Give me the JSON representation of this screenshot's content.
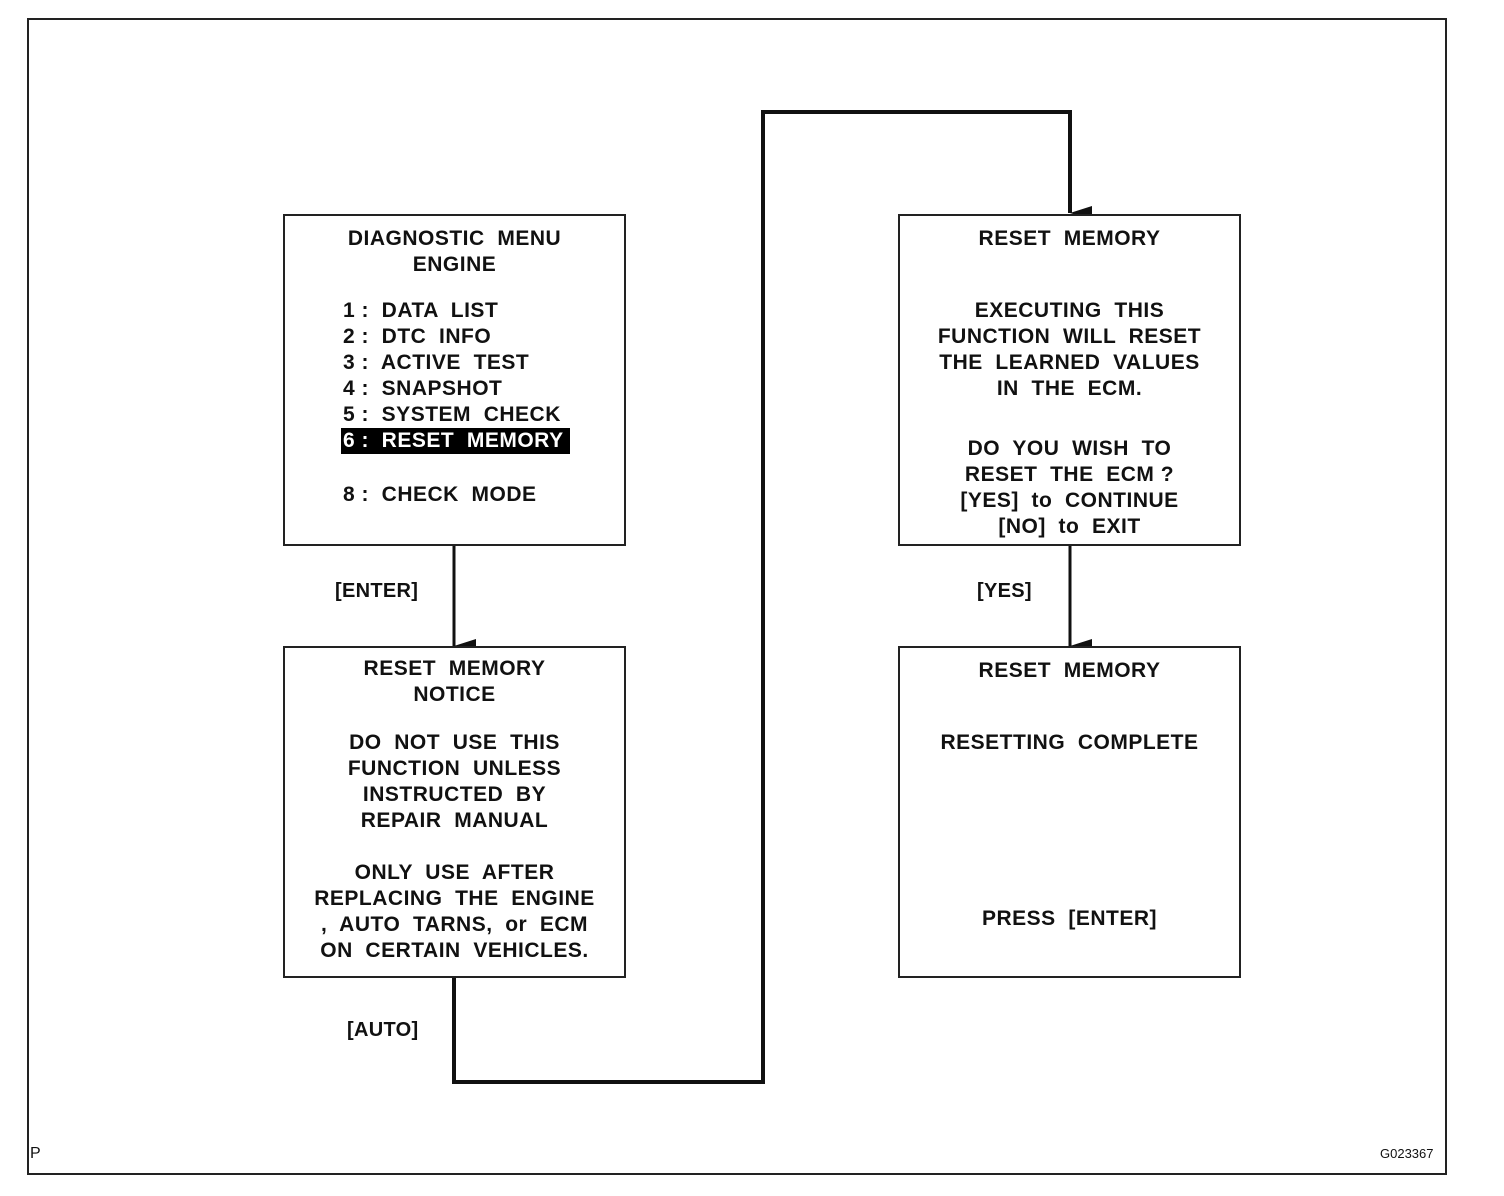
{
  "menu_box": {
    "title": "DIAGNOSTIC  MENU",
    "subtitle": "ENGINE",
    "items": [
      "1 :  DATA  LIST",
      "2 :  DTC  INFO",
      "3 :  ACTIVE  TEST",
      "4 :  SNAPSHOT",
      "5 :  SYSTEM  CHECK",
      "6 :  RESET  MEMORY",
      "8 :  CHECK  MODE"
    ],
    "selected_index": 5
  },
  "notice_box": {
    "title": "RESET  MEMORY",
    "subtitle": "NOTICE",
    "lines": [
      "DO  NOT  USE  THIS",
      "FUNCTION  UNLESS",
      "INSTRUCTED  BY",
      "REPAIR  MANUAL",
      "ONLY  USE  AFTER",
      "REPLACING  THE  ENGINE",
      ",  AUTO  TARNS,  or  ECM",
      "ON  CERTAIN  VEHICLES."
    ]
  },
  "confirm_box": {
    "title": "RESET  MEMORY",
    "lines": [
      "EXECUTING  THIS",
      "FUNCTION  WILL  RESET",
      "THE  LEARNED  VALUES",
      "IN  THE  ECM.",
      "DO  YOU  WISH  TO",
      "RESET  THE  ECM ?",
      "[YES]  to  CONTINUE",
      "[NO]  to  EXIT"
    ]
  },
  "complete_box": {
    "title": "RESET  MEMORY",
    "status": "RESETTING  COMPLETE",
    "prompt": "PRESS  [ENTER]"
  },
  "transitions": {
    "enter": "[ENTER]",
    "auto": "[AUTO]",
    "yes": "[YES]"
  },
  "corner": {
    "left": "P",
    "right": "G023367"
  }
}
